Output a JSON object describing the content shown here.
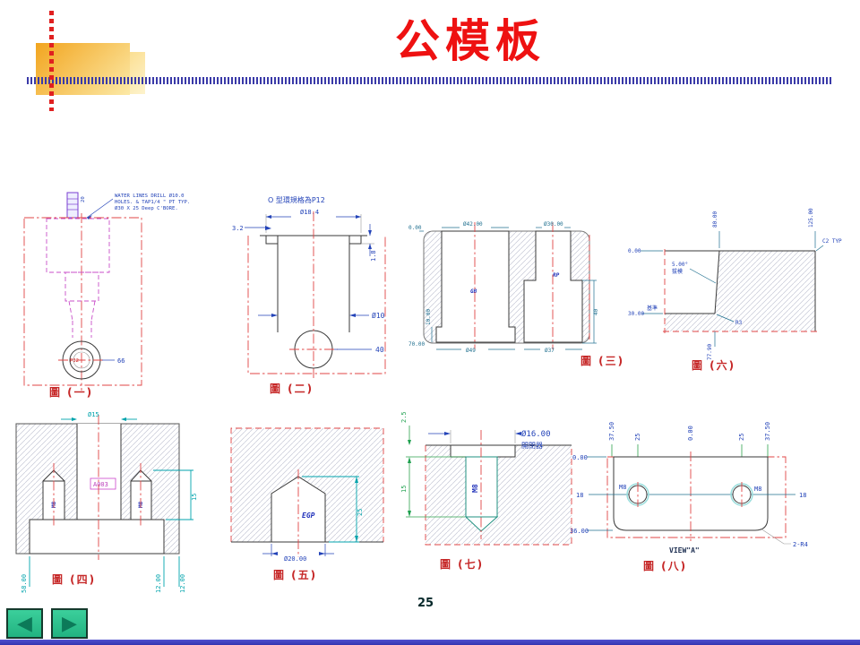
{
  "title": "公模板",
  "page_number": "25",
  "nav": {
    "back_icon": "◀",
    "forward_icon": "▶"
  },
  "fig1": {
    "caption": "圖 (一)",
    "note1": "WATER LINES DRILL Ø10.0",
    "note2": "HOLES. & TAP1/4 \" PT TYP.",
    "note3": "Ø30 X 25 Deep C'BORE.",
    "dim_fitting": "20",
    "ring_label": "P32",
    "dim_side": "66"
  },
  "fig2": {
    "caption": "圖 (二)",
    "note": "O 型環規格為P12",
    "dim_groove_dia": "Ø18.4",
    "dim_groove_w": "3.2",
    "dim_groove_d": "1.8",
    "dim_hole": "Ø10",
    "dim_depth": "40"
  },
  "fig3": {
    "caption": "圖 (三)",
    "label_left": "GB",
    "label_right": "RP",
    "dim_left_top": "Ø42.00",
    "dim_right_top": "Ø30.00",
    "dim_zero": "0.00",
    "dim_bottom": "70.00",
    "dim_flange": "10.00",
    "dim_left_bottom": "Ø49",
    "dim_right_bottom": "Ø37",
    "dim_height": "40"
  },
  "fig4": {
    "caption": "圖 (四)",
    "dim_column": "Ø15",
    "part_label": "A003",
    "m8_left": "M8",
    "m8_right": "M8",
    "dim_thread": "15",
    "dim_58": "58.00",
    "dim_12a": "12.00",
    "dim_12b": "12.00"
  },
  "fig5": {
    "caption": "圖 (五)",
    "part_label": "EGP",
    "dim_height": "25",
    "dim_dia": "Ø20.00"
  },
  "fig6": {
    "caption": "圖 (六)",
    "dim_zero": "0.00",
    "dim_80": "80.00",
    "dim_125": "125.00",
    "chamfer_note": "C2 TYP",
    "draft_angle": "5.00°",
    "draft_note": "拔模",
    "dim_30": "30.00",
    "datum_note": "基準",
    "radius_note": "R3",
    "dim_7790": "77.90"
  },
  "fig7": {
    "caption": "圖 (七)",
    "dim_cbore": "Ø16.00",
    "note": "開閉器",
    "dim_25": "2.5",
    "dim_depth": "15",
    "m8": "M8"
  },
  "fig8": {
    "caption": "圖 (八)",
    "top_dims": [
      "37.50",
      "25",
      "0.00",
      "25",
      "37.50"
    ],
    "left_zero": "0.00",
    "left_18": "18",
    "left_36": "36.00",
    "right_18": "18",
    "m8_left": "M8",
    "m8_right": "M8",
    "view_label": "VIEW\"A\"",
    "corner_note": "2-R4"
  }
}
